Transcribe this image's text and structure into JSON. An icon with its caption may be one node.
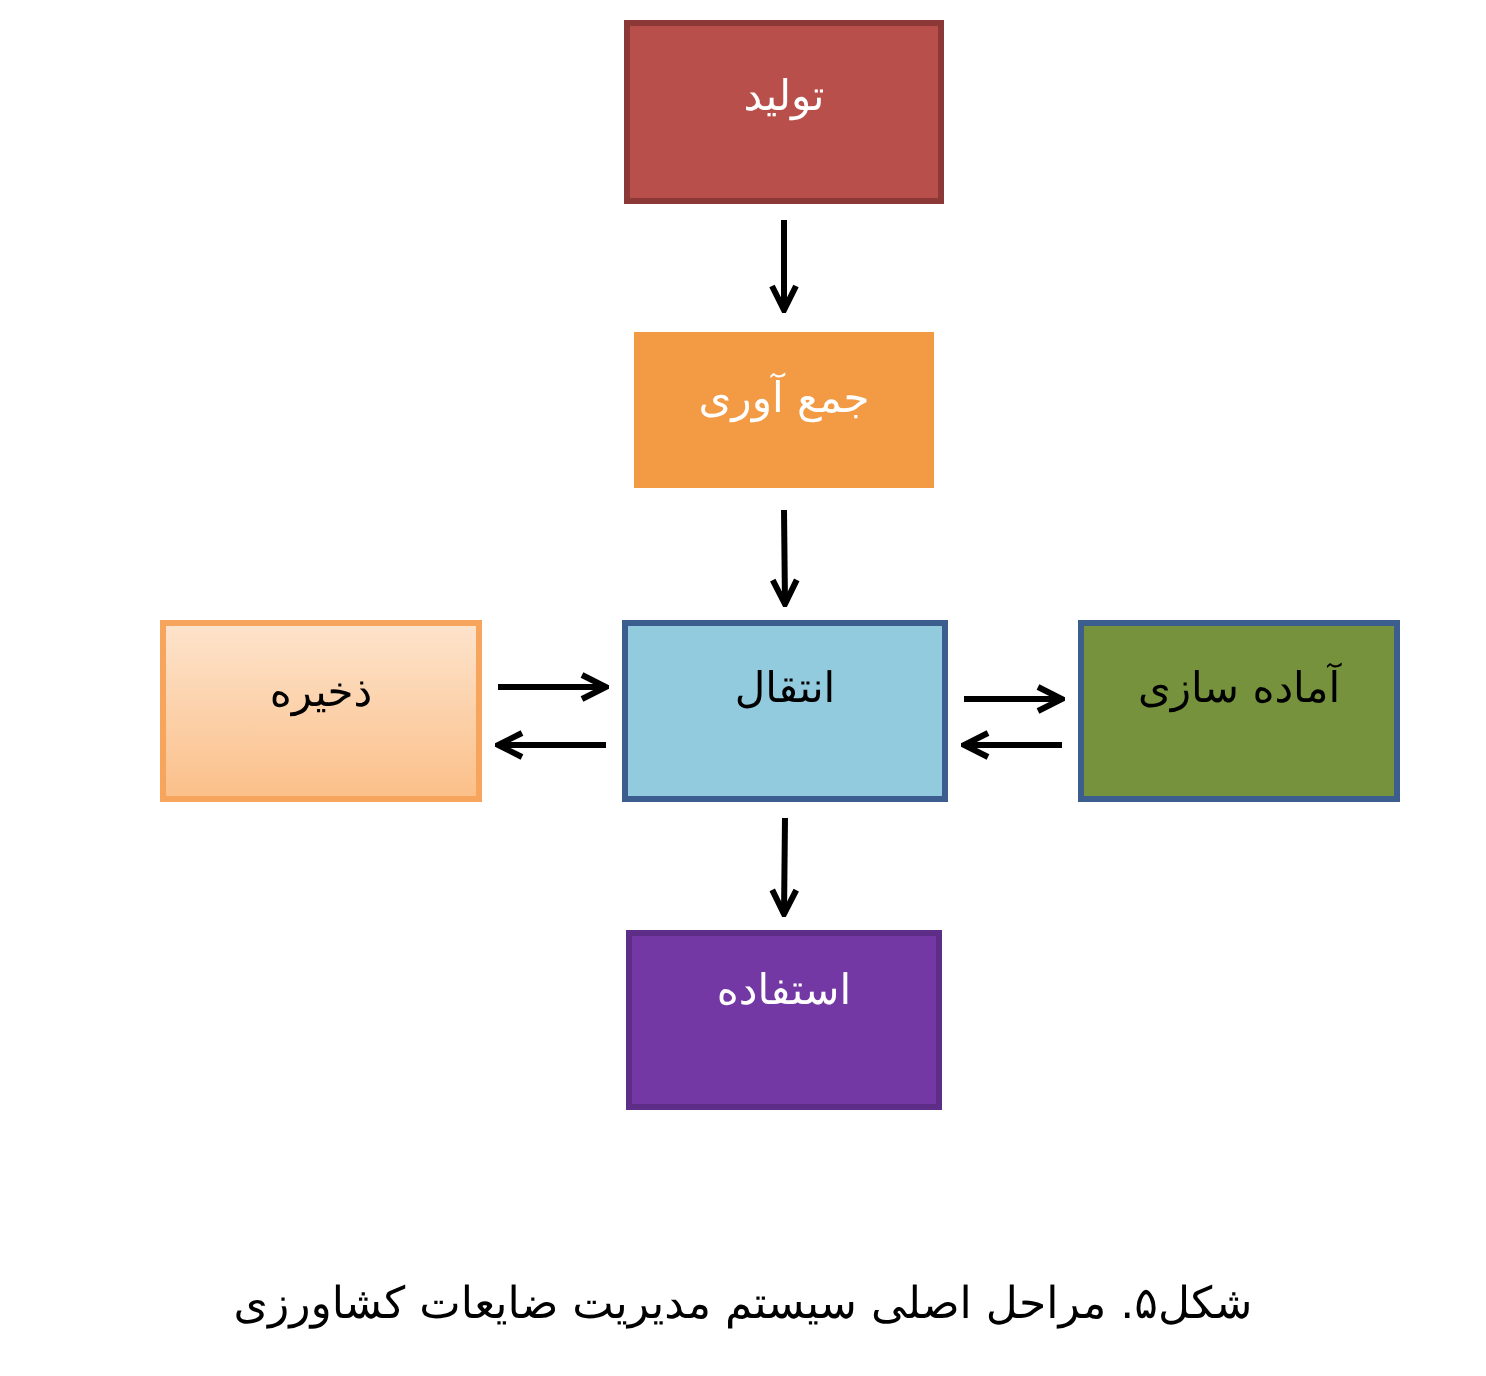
{
  "diagram": {
    "caption": "شکل۵. مراحل اصلی سیستم مدیریت ضایعات کشاورزی",
    "nodes": [
      {
        "text": [
          "تولید"
        ]
      },
      {
        "text": [
          "جمع آوری"
        ]
      },
      {
        "text": [
          "ذخیره"
        ]
      },
      {
        "text": [
          "انتقال"
        ]
      },
      {
        "text": [
          "آماده سازی"
        ]
      },
      {
        "text": [
          "استفاده"
        ]
      }
    ],
    "edges": [
      {
        "from": 0,
        "to": 1,
        "arrow": "to"
      },
      {
        "from": 1,
        "to": 3,
        "arrow": "to"
      },
      {
        "from": 2,
        "to": 3,
        "arrow": "to"
      },
      {
        "from": 3,
        "to": 2,
        "arrow": "to"
      },
      {
        "from": 3,
        "to": 4,
        "arrow": "to"
      },
      {
        "from": 4,
        "to": 3,
        "arrow": "to"
      },
      {
        "from": 3,
        "to": 5,
        "arrow": "to"
      }
    ]
  }
}
